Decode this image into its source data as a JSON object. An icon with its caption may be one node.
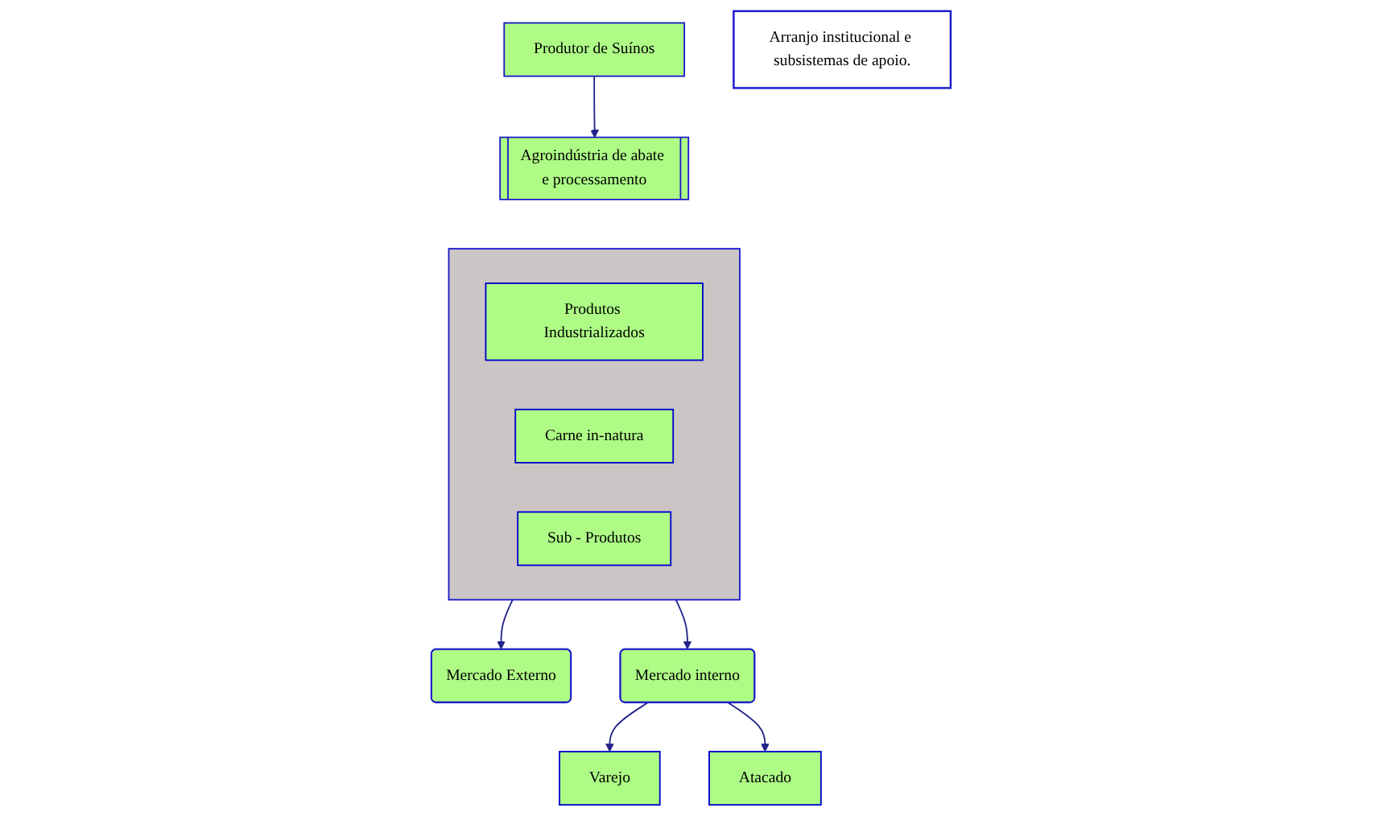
{
  "diagram": {
    "nodes": [
      {
        "text": [
          "Produtor de Suínos"
        ]
      },
      {
        "text": [
          "Agroindústria de abate e processamento"
        ]
      },
      {
        "text": [],
        "shape": "box"
      },
      {
        "text": [
          "Produtos Industrializados"
        ],
        "in": 2
      },
      {
        "text": [
          "Carne in-natura"
        ],
        "in": 2
      },
      {
        "text": [
          "Sub - Produtos"
        ],
        "in": 2
      },
      {
        "text": [
          "Mercado Externo"
        ]
      },
      {
        "text": [
          "Mercado interno"
        ]
      },
      {
        "text": [
          "Varejo"
        ]
      },
      {
        "text": [
          "Atacado"
        ]
      },
      {
        "text": [
          "Arranjo institucional e subsistemas de apoio."
        ]
      }
    ],
    "edges": [
      {
        "from": 0,
        "to": 1,
        "arrow": "to"
      },
      {
        "from": 2,
        "to": 6,
        "arrow": "to"
      },
      {
        "from": 2,
        "to": 7,
        "arrow": "to"
      },
      {
        "from": 7,
        "to": 8,
        "arrow": "to"
      },
      {
        "from": 7,
        "to": 9,
        "arrow": "to"
      }
    ]
  }
}
